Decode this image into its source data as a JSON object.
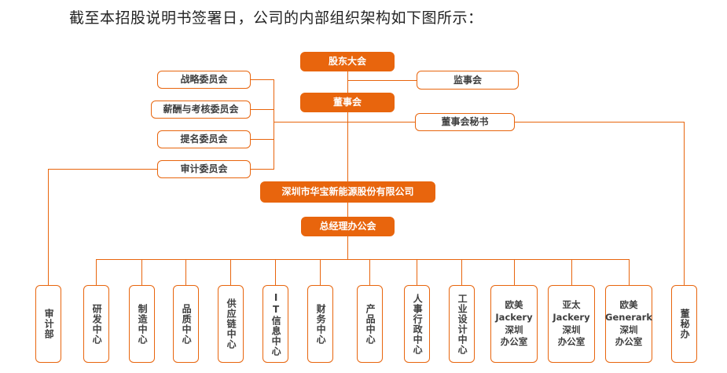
{
  "heading": "截至本招股说明书签署日，公司的内部组织架构如下图所示：",
  "colors": {
    "accent": "#E8650D",
    "box_fill_solid": "#E8650D",
    "box_fill_outline": "#FFFFFF",
    "text_on_solid": "#FFFFFF",
    "text_on_outline": "#3F3F3F",
    "heading_text": "#232323",
    "page_background": "#FFFFFF"
  },
  "chart_data": {
    "type": "diagram",
    "subtype": "organization-chart",
    "title": "深圳市华宝新能源股份有限公司 内部组织架构",
    "orientation": "top-down",
    "nodes": [
      {
        "id": "shareholders",
        "label": "股东大会",
        "style": "solid",
        "level": 0,
        "text_direction": "horizontal"
      },
      {
        "id": "supervisors",
        "label": "监事会",
        "style": "outline",
        "level": 0,
        "text_direction": "horizontal"
      },
      {
        "id": "board",
        "label": "董事会",
        "style": "solid",
        "level": 1,
        "text_direction": "horizontal"
      },
      {
        "id": "board_secretary",
        "label": "董事会秘书",
        "style": "outline",
        "level": 1,
        "text_direction": "horizontal"
      },
      {
        "id": "strategy_cmt",
        "label": "战略委员会",
        "style": "outline",
        "level": 1,
        "text_direction": "horizontal"
      },
      {
        "id": "comp_cmt",
        "label": "薪酬与考核委员会",
        "style": "outline",
        "level": 1,
        "text_direction": "horizontal"
      },
      {
        "id": "nomination_cmt",
        "label": "提名委员会",
        "style": "outline",
        "level": 1,
        "text_direction": "horizontal"
      },
      {
        "id": "audit_cmt",
        "label": "审计委员会",
        "style": "outline",
        "level": 1,
        "text_direction": "horizontal"
      },
      {
        "id": "company",
        "label": "深圳市华宝新能源股份有限公司",
        "style": "solid",
        "level": 2,
        "text_direction": "horizontal"
      },
      {
        "id": "gm_office",
        "label": "总经理办公会",
        "style": "solid",
        "level": 3,
        "text_direction": "horizontal"
      },
      {
        "id": "audit_dept",
        "label": "审计部",
        "style": "outline",
        "level": 4,
        "text_direction": "vertical"
      },
      {
        "id": "rd_center",
        "label": "研发中心",
        "style": "outline",
        "level": 4,
        "text_direction": "vertical"
      },
      {
        "id": "mfg_center",
        "label": "制造中心",
        "style": "outline",
        "level": 4,
        "text_direction": "vertical"
      },
      {
        "id": "quality_center",
        "label": "品质中心",
        "style": "outline",
        "level": 4,
        "text_direction": "vertical"
      },
      {
        "id": "supply_center",
        "label": "供应链中心",
        "style": "outline",
        "level": 4,
        "text_direction": "vertical"
      },
      {
        "id": "it_center",
        "label": "IT信息中心",
        "style": "outline",
        "level": 4,
        "text_direction": "vertical"
      },
      {
        "id": "finance_center",
        "label": "财务中心",
        "style": "outline",
        "level": 4,
        "text_direction": "vertical"
      },
      {
        "id": "product_center",
        "label": "产品中心",
        "style": "outline",
        "level": 4,
        "text_direction": "vertical"
      },
      {
        "id": "hr_center",
        "label": "人事行政中心",
        "style": "outline",
        "level": 4,
        "text_direction": "vertical"
      },
      {
        "id": "design_center",
        "label": "工业设计中心",
        "style": "outline",
        "level": 4,
        "text_direction": "vertical"
      },
      {
        "id": "eu_us_jackery",
        "label": "欧美 Jackery 深圳 办公室",
        "style": "outline",
        "level": 4,
        "text_direction": "horizontal",
        "lines": [
          "欧美",
          "Jackery",
          "深圳",
          "办公室"
        ]
      },
      {
        "id": "apac_jackery",
        "label": "亚太 Jackery 深圳 办公室",
        "style": "outline",
        "level": 4,
        "text_direction": "horizontal",
        "lines": [
          "亚太",
          "Jackery",
          "深圳",
          "办公室"
        ]
      },
      {
        "id": "eu_us_generark",
        "label": "欧美 Generark 深圳 办公室",
        "style": "outline",
        "level": 4,
        "text_direction": "horizontal",
        "lines": [
          "欧美",
          "Generark",
          "深圳",
          "办公室"
        ]
      },
      {
        "id": "secretary_dept",
        "label": "董秘办",
        "style": "outline",
        "level": 4,
        "text_direction": "vertical"
      }
    ],
    "edges": [
      {
        "from": "shareholders",
        "to": "supervisors"
      },
      {
        "from": "shareholders",
        "to": "board"
      },
      {
        "from": "board",
        "to": "strategy_cmt"
      },
      {
        "from": "board",
        "to": "comp_cmt"
      },
      {
        "from": "board",
        "to": "nomination_cmt"
      },
      {
        "from": "board",
        "to": "audit_cmt"
      },
      {
        "from": "board",
        "to": "board_secretary"
      },
      {
        "from": "board",
        "to": "company"
      },
      {
        "from": "company",
        "to": "gm_office"
      },
      {
        "from": "audit_cmt",
        "to": "audit_dept"
      },
      {
        "from": "board_secretary",
        "to": "secretary_dept"
      },
      {
        "from": "gm_office",
        "to": "rd_center"
      },
      {
        "from": "gm_office",
        "to": "mfg_center"
      },
      {
        "from": "gm_office",
        "to": "quality_center"
      },
      {
        "from": "gm_office",
        "to": "supply_center"
      },
      {
        "from": "gm_office",
        "to": "it_center"
      },
      {
        "from": "gm_office",
        "to": "finance_center"
      },
      {
        "from": "gm_office",
        "to": "product_center"
      },
      {
        "from": "gm_office",
        "to": "hr_center"
      },
      {
        "from": "gm_office",
        "to": "design_center"
      },
      {
        "from": "gm_office",
        "to": "eu_us_jackery"
      },
      {
        "from": "gm_office",
        "to": "apac_jackery"
      },
      {
        "from": "gm_office",
        "to": "eu_us_generark"
      }
    ]
  },
  "nodes": {
    "shareholders": "股东大会",
    "supervisors": "监事会",
    "board": "董事会",
    "board_secretary": "董事会秘书",
    "strategy_cmt": "战略委员会",
    "comp_cmt": "薪酬与考核委员会",
    "nomination_cmt": "提名委员会",
    "audit_cmt": "审计委员会",
    "company": "深圳市华宝新能源股份有限公司",
    "gm_office": "总经理办公会",
    "audit_dept": "审计部",
    "rd_center": "研发中心",
    "mfg_center": "制造中心",
    "quality_center": "品质中心",
    "supply_center": "供应链中心",
    "it_center": "IT信息中心",
    "finance_center": "财务中心",
    "product_center": "产品中心",
    "hr_center": "人事行政中心",
    "design_center": "工业设计中心",
    "secretary_dept": "董秘办",
    "eu_us_jackery": {
      "l1": "欧美",
      "l2": "Jackery",
      "l3": "深圳",
      "l4": "办公室"
    },
    "apac_jackery": {
      "l1": "亚太",
      "l2": "Jackery",
      "l3": "深圳",
      "l4": "办公室"
    },
    "eu_us_generark": {
      "l1": "欧美",
      "l2": "Generark",
      "l3": "深圳",
      "l4": "办公室"
    }
  }
}
